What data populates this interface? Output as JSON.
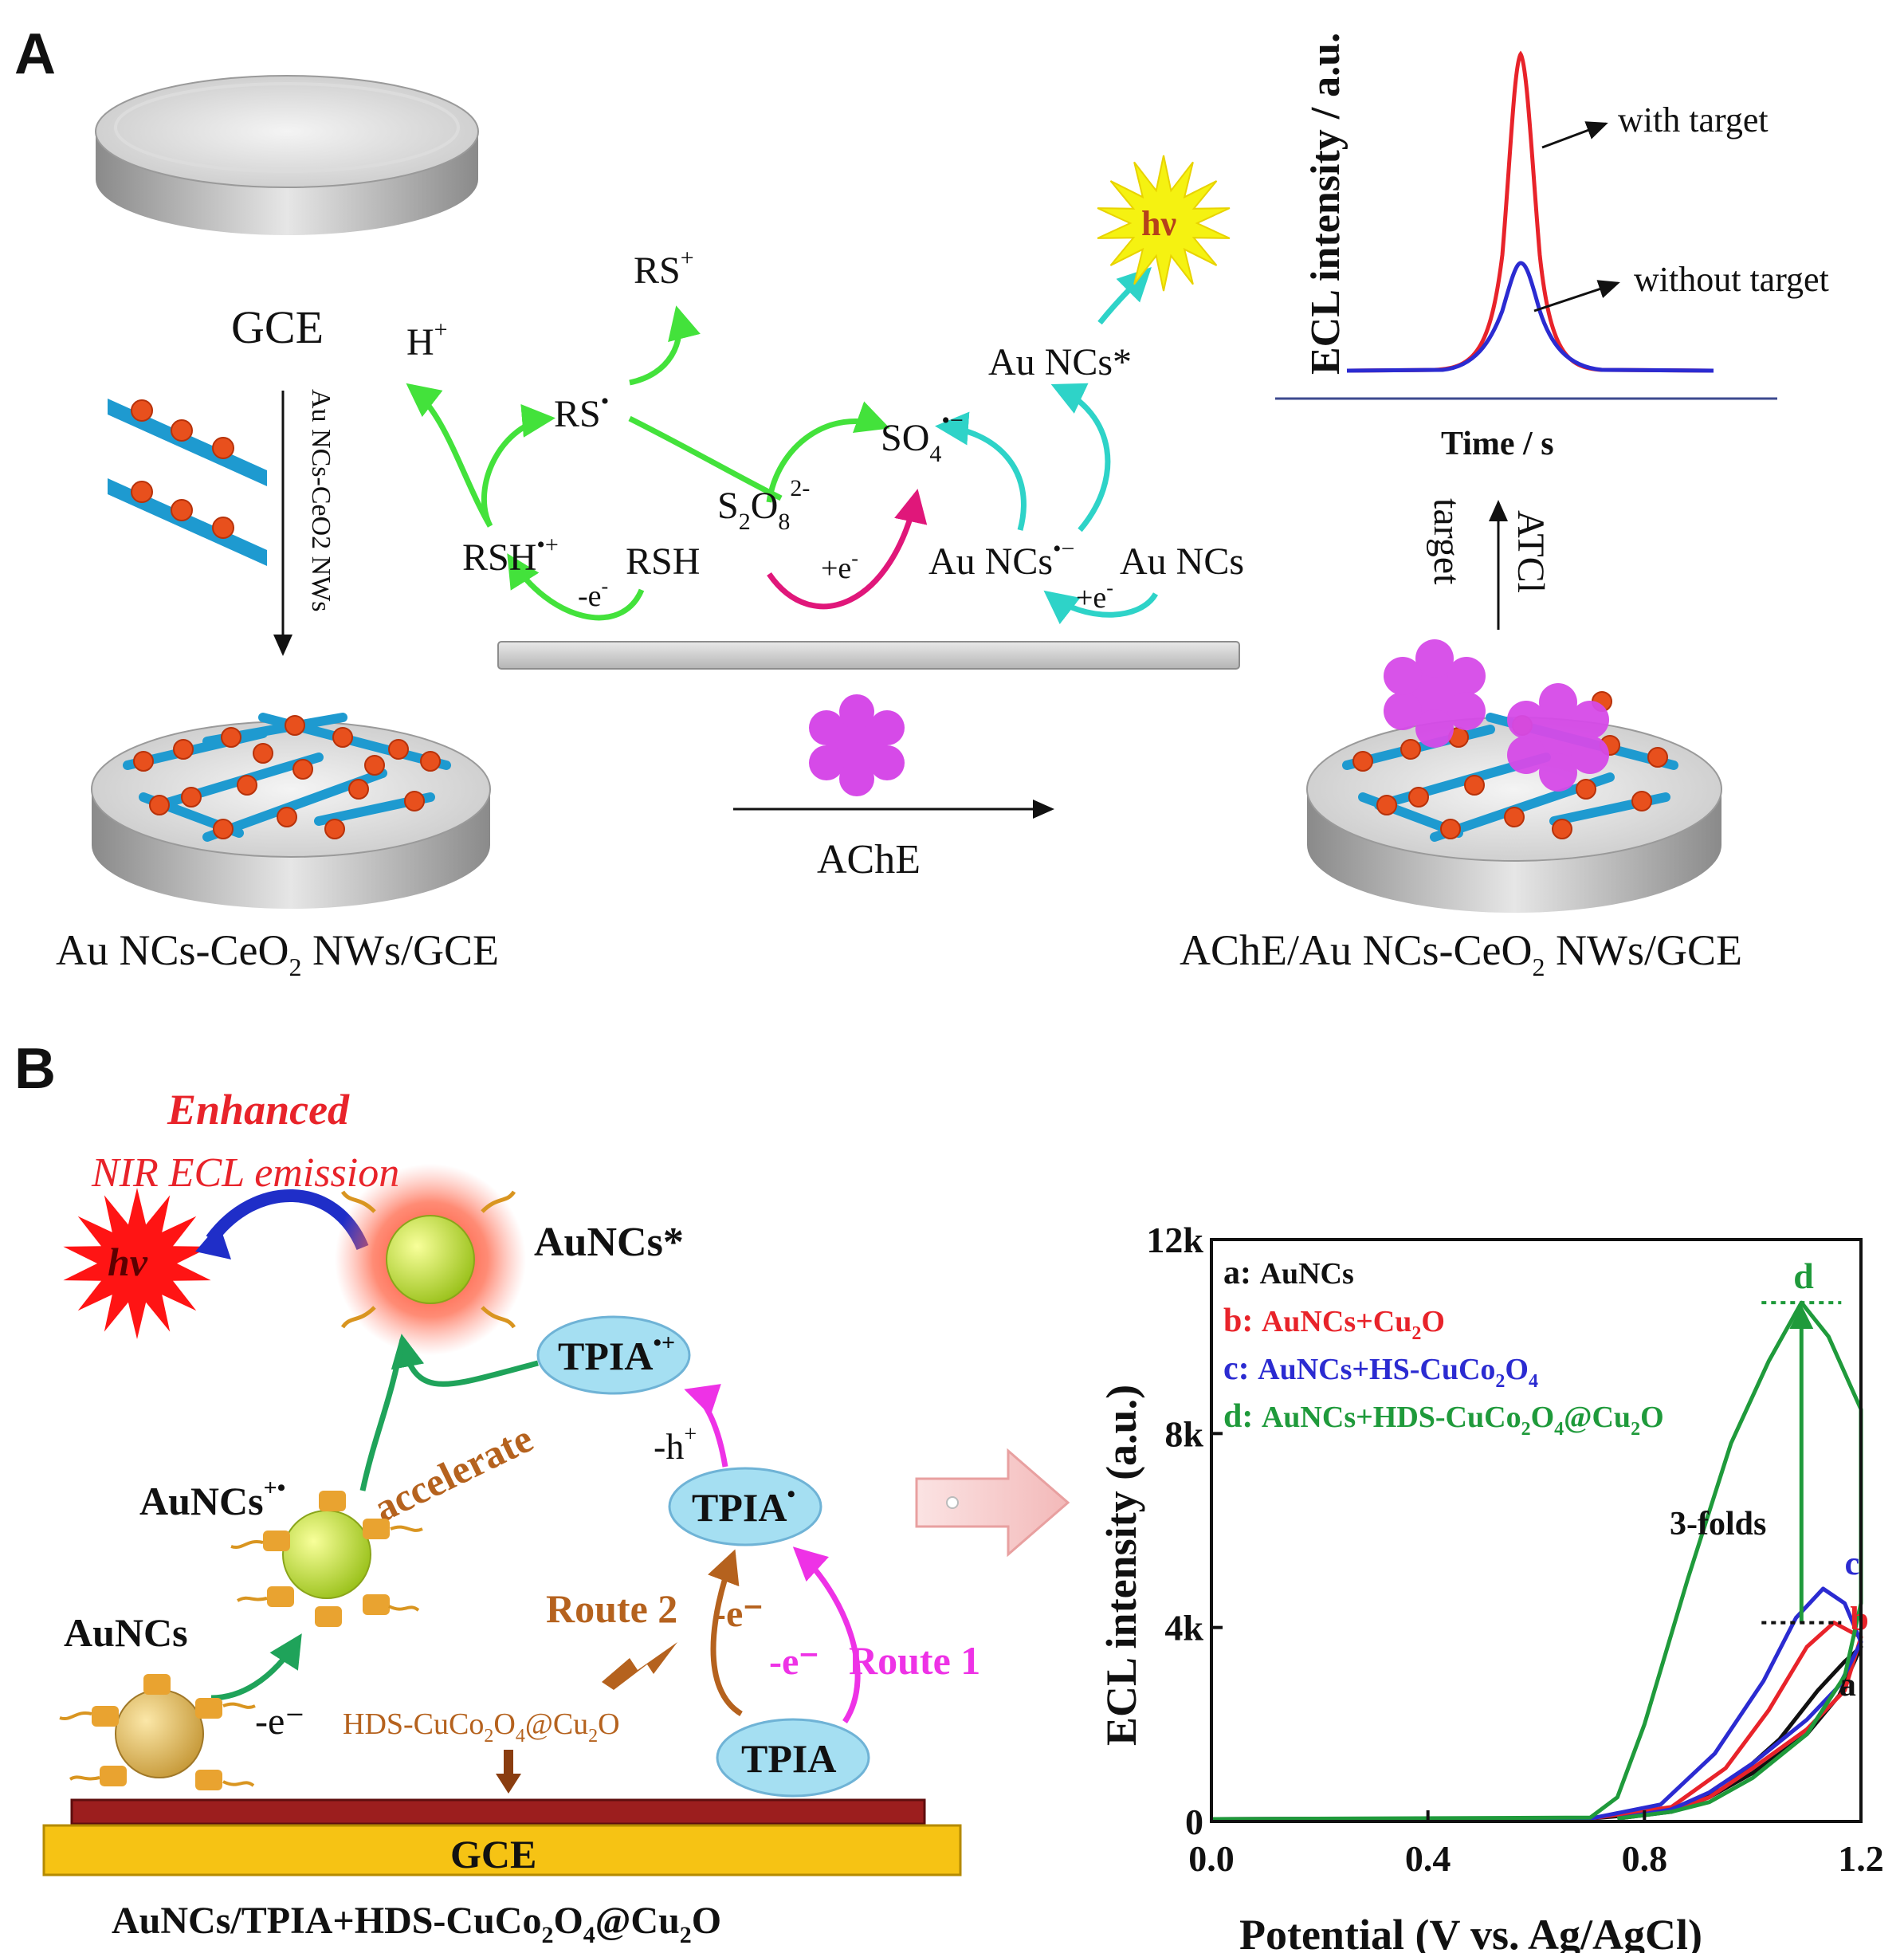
{
  "colors": {
    "red": "#e8232a",
    "blue": "#2b2bd1",
    "green": "#1f9a3b",
    "cyan": "#2ed3c8",
    "lime": "#43e23b",
    "magenta": "#e0177a",
    "pink": "#ee32e6",
    "orange": "#b5621e",
    "purple": "#d64ae8",
    "wire": "#2aa6c9",
    "gce_gold": "#f6c314",
    "gce_red": "#9c1e1e"
  },
  "panel_a": {
    "label": "A",
    "gce_label": "GCE",
    "modify_step": "Au NCs-CeO2 NWs",
    "electrode1_label": [
      "Au NCs-CeO",
      "2",
      " NWs/GCE"
    ],
    "electrode2_label": [
      "AChE/Au NCs-CeO",
      "2",
      " NWs/GCE"
    ],
    "ache_label": "AChE",
    "target_label": "target",
    "atcl_label": "ATCl",
    "species": {
      "h_plus": [
        "H",
        "+"
      ],
      "rs_plus": [
        "RS",
        "+"
      ],
      "rs_radical": [
        "RS",
        "•"
      ],
      "rsh_radical": [
        "RSH",
        "•+"
      ],
      "rsh": "RSH",
      "minus_e": [
        "-e",
        "-"
      ],
      "s2o8": [
        "S",
        "2",
        "O",
        "8",
        "2-"
      ],
      "plus_e1": [
        "+e",
        "-"
      ],
      "so4": [
        "SO",
        "4",
        "•−"
      ],
      "au_nc_anion": [
        "Au NCs",
        "•−"
      ],
      "au_nc": "Au NCs",
      "plus_e2": [
        "+e",
        "-"
      ],
      "au_nc_star": "Au NCs*",
      "hv": "hν"
    },
    "inset_chart": {
      "ylabel": "ECL intensity / a.u.",
      "xlabel": "Time / s",
      "with_target": "with target",
      "without_target": "without target"
    }
  },
  "panel_b": {
    "label": "B",
    "enhanced_line1": "Enhanced",
    "enhanced_line2": "NIR ECL emission",
    "hv": "hv",
    "aunc_star": "AuNCs*",
    "aunc_cation": [
      "AuNCs",
      "+•"
    ],
    "aunc": "AuNCs",
    "tpia_cation": [
      "TPIA",
      "•+"
    ],
    "tpia_radical": [
      "TPIA",
      "•"
    ],
    "tpia": "TPIA",
    "accelerate": "accelerate",
    "minus_h": [
      "-h",
      "+"
    ],
    "route2": "Route 2",
    "route1": "Route 1",
    "minus_e_brown": "-e⁻",
    "minus_e_pink": "-e⁻",
    "minus_e_black": "-e⁻",
    "hds_label": [
      "HDS-CuCo",
      "2",
      "O",
      "4",
      "@Cu",
      "2",
      "O"
    ],
    "gce_label": "GCE",
    "bottom_label": [
      "AuNCs/TPIA+HDS-CuCo",
      "2",
      "O",
      "4",
      "@Cu",
      "2",
      "O"
    ]
  },
  "chart_data": {
    "type": "line",
    "xlabel": "Potential (V vs. Ag/AgCl)",
    "ylabel": "ECL intensity (a.u.)",
    "xlim": [
      0.0,
      1.2
    ],
    "ylim": [
      0,
      12000
    ],
    "xticks": [
      0.0,
      0.4,
      0.8,
      1.2
    ],
    "xtick_labels": [
      "0.0",
      "0.4",
      "0.8",
      "1.2"
    ],
    "yticks": [
      0,
      4000,
      8000,
      12000
    ],
    "ytick_labels": [
      "0",
      "4k",
      "8k",
      "12k"
    ],
    "annotation": "3-folds",
    "legend": [
      {
        "key": "a:",
        "text": "AuNCs",
        "color": "#111111"
      },
      {
        "key": "b:",
        "text": [
          "AuNCs+Cu",
          "2",
          "O"
        ],
        "color": "#e8232a"
      },
      {
        "key": "c:",
        "text": [
          "AuNCs+HS-CuCo",
          "2",
          "O",
          "4"
        ],
        "color": "#2b2bd1"
      },
      {
        "key": "d:",
        "text": [
          "AuNCs+HDS-CuCo",
          "2",
          "O",
          "4",
          "@Cu",
          "2",
          "O"
        ],
        "color": "#1f9a3b"
      }
    ],
    "series": [
      {
        "name": "a",
        "color": "#111111",
        "forward": [
          [
            0.0,
            50
          ],
          [
            0.7,
            60
          ],
          [
            0.85,
            200
          ],
          [
            0.95,
            700
          ],
          [
            1.05,
            1700
          ],
          [
            1.12,
            2700
          ],
          [
            1.17,
            3300
          ],
          [
            1.2,
            3600
          ]
        ],
        "reverse": [
          [
            1.2,
            3600
          ],
          [
            1.16,
            2600
          ],
          [
            1.1,
            1800
          ],
          [
            1.0,
            1000
          ],
          [
            0.92,
            500
          ],
          [
            0.85,
            200
          ],
          [
            0.75,
            60
          ]
        ]
      },
      {
        "name": "b",
        "color": "#e8232a",
        "forward": [
          [
            0.0,
            50
          ],
          [
            0.7,
            60
          ],
          [
            0.85,
            300
          ],
          [
            0.95,
            1100
          ],
          [
            1.03,
            2300
          ],
          [
            1.1,
            3600
          ],
          [
            1.15,
            4100
          ],
          [
            1.2,
            3800
          ]
        ],
        "reverse": [
          [
            1.2,
            3800
          ],
          [
            1.17,
            2700
          ],
          [
            1.1,
            1900
          ],
          [
            1.0,
            1100
          ],
          [
            0.92,
            500
          ],
          [
            0.85,
            220
          ],
          [
            0.75,
            60
          ]
        ]
      },
      {
        "name": "c",
        "color": "#2b2bd1",
        "forward": [
          [
            0.0,
            50
          ],
          [
            0.7,
            60
          ],
          [
            0.83,
            350
          ],
          [
            0.93,
            1400
          ],
          [
            1.02,
            2900
          ],
          [
            1.08,
            4200
          ],
          [
            1.13,
            4800
          ],
          [
            1.17,
            4500
          ],
          [
            1.2,
            3700
          ]
        ],
        "reverse": [
          [
            1.2,
            3700
          ],
          [
            1.16,
            2800
          ],
          [
            1.1,
            2100
          ],
          [
            1.0,
            1200
          ],
          [
            0.92,
            600
          ],
          [
            0.85,
            250
          ],
          [
            0.75,
            60
          ]
        ]
      },
      {
        "name": "d",
        "color": "#1f9a3b",
        "forward": [
          [
            0.0,
            50
          ],
          [
            0.7,
            80
          ],
          [
            0.75,
            500
          ],
          [
            0.8,
            2000
          ],
          [
            0.88,
            5000
          ],
          [
            0.96,
            7800
          ],
          [
            1.03,
            9500
          ],
          [
            1.09,
            10700
          ],
          [
            1.14,
            10000
          ],
          [
            1.18,
            9000
          ],
          [
            1.2,
            8500
          ]
        ],
        "reverse": [
          [
            1.2,
            8500
          ],
          [
            1.2,
            4500
          ],
          [
            1.17,
            3000
          ],
          [
            1.1,
            1800
          ],
          [
            1.0,
            900
          ],
          [
            0.92,
            400
          ],
          [
            0.85,
            200
          ],
          [
            0.75,
            60
          ]
        ]
      }
    ],
    "peak_label_d": "d",
    "curve_labels": [
      "a",
      "b",
      "c"
    ]
  }
}
